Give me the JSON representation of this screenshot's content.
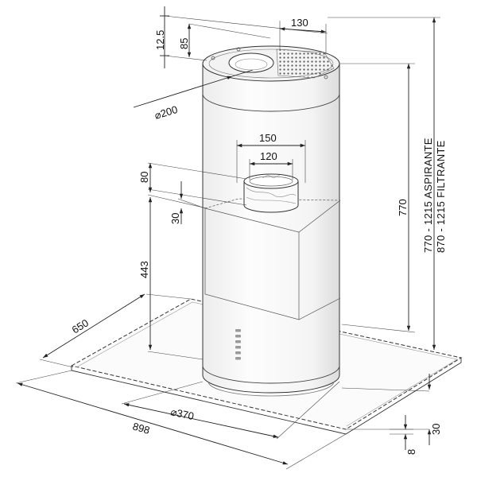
{
  "dimensions": {
    "d_130": "130",
    "d_85": "85",
    "d_12_5": "12.5",
    "d_200": "⌀200",
    "d_150": "150",
    "d_120": "120",
    "d_80": "80",
    "d_30_top": "30",
    "d_443": "443",
    "d_770": "770",
    "d_770_1215": "770 - 1215  ASPIRANTE",
    "d_870_1215": "870 - 1215  FILTRANTE",
    "d_650": "650",
    "d_370": "⌀370",
    "d_898": "898",
    "d_30_bottom": "30",
    "d_8": "8"
  },
  "colors": {
    "line": "#222222",
    "body_fill": "#f7f7f7",
    "plate_fill": "#fbfbfb",
    "vent_fill": "#9a9a9a"
  }
}
